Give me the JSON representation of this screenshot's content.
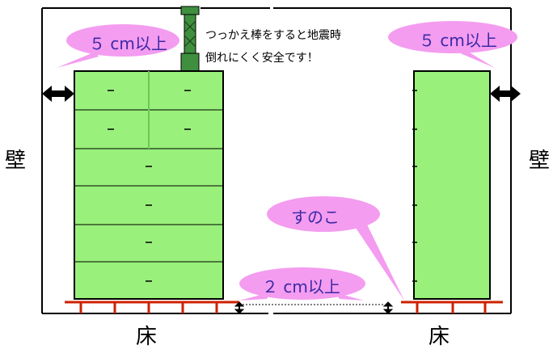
{
  "labels": {
    "wall_left": "壁",
    "wall_right": "壁",
    "floor_left": "床",
    "floor_right": "床",
    "bubble_top_left": "５ cm以上",
    "bubble_top_right": "５ cm以上",
    "bubble_sunoko": "すのこ",
    "bubble_bottom": "２ cm以上",
    "note_line1": "つっかえ棒をすると地震時",
    "note_line2": "倒れにくく安全です！"
  },
  "colors": {
    "furniture_fill": "#99f07a",
    "furniture_stroke": "#000000",
    "bubble_fill": "#f49cf0",
    "bubble_text": "#3a2aa6",
    "sunoko": "#cc2200",
    "pole": "#3f8f3f",
    "frame": "#000000"
  },
  "icons": {
    "left_arrow": "double-arrow-icon",
    "right_arrow": "double-arrow-icon",
    "gap_markers": "small-vertical-double-arrow-icon"
  }
}
